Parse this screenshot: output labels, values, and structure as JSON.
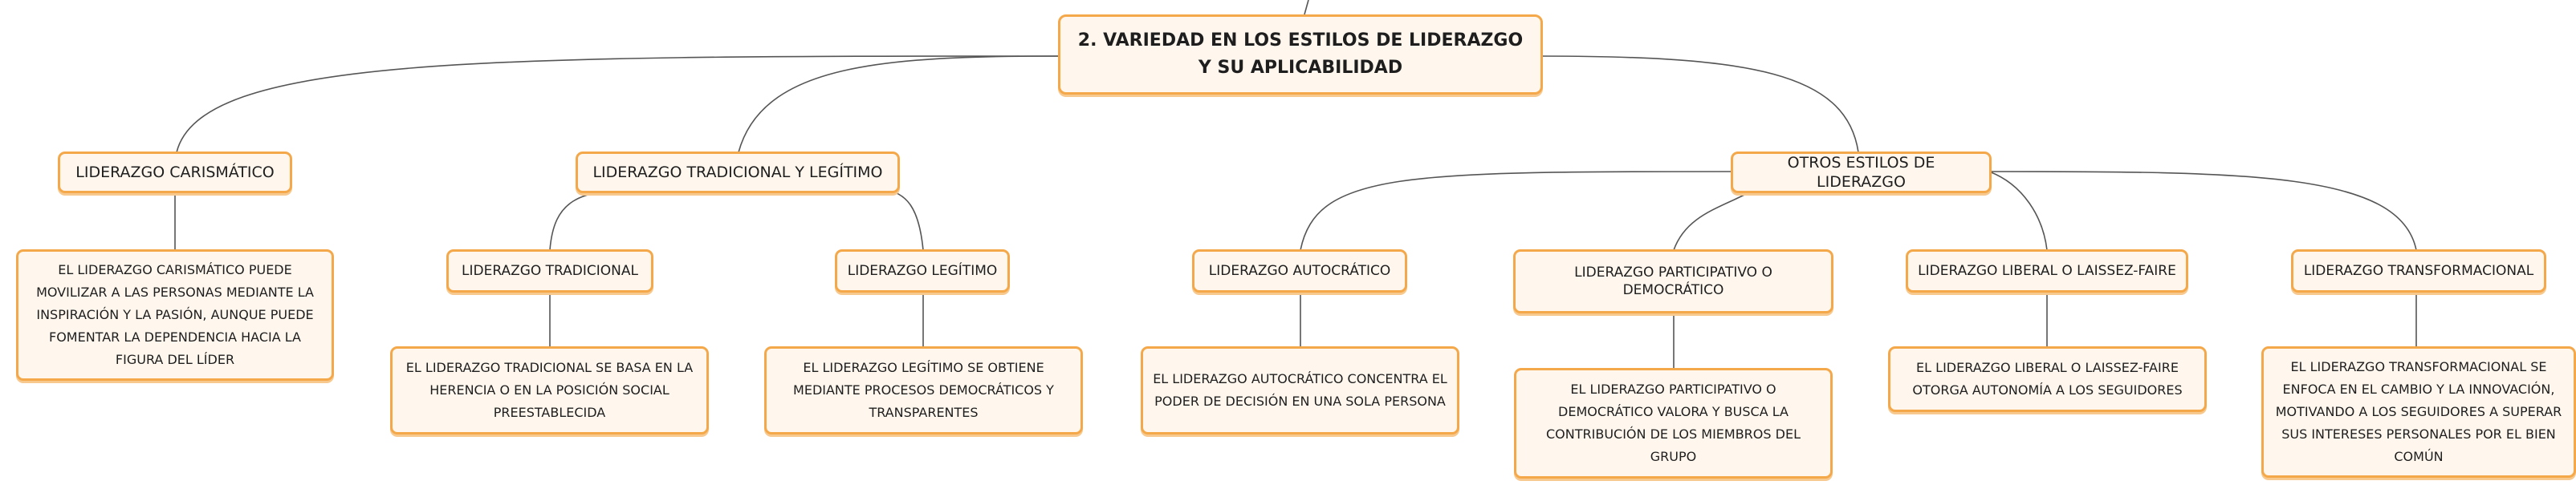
{
  "diagram": {
    "root": {
      "text": "2. VARIEDAD EN LOS ESTILOS DE LIDERAZGO Y SU APLICABILIDAD"
    },
    "branches": {
      "carismatico": {
        "title": "LIDERAZGO CARISMÁTICO",
        "description": "EL LIDERAZGO CARISMÁTICO PUEDE MOVILIZAR A LAS PERSONAS MEDIANTE LA INSPIRACIÓN Y LA PASIÓN, AUNQUE PUEDE FOMENTAR LA DEPENDENCIA HACIA LA FIGURA DEL LÍDER"
      },
      "tradicional_legitimo": {
        "title": "LIDERAZGO TRADICIONAL Y LEGÍTIMO",
        "children": {
          "tradicional": {
            "title": "LIDERAZGO TRADICIONAL",
            "description": "EL LIDERAZGO TRADICIONAL SE BASA EN LA HERENCIA O EN LA POSICIÓN SOCIAL PREESTABLECIDA"
          },
          "legitimo": {
            "title": "LIDERAZGO LEGÍTIMO",
            "description": "EL LIDERAZGO LEGÍTIMO SE OBTIENE MEDIANTE PROCESOS DEMOCRÁTICOS Y TRANSPARENTES"
          }
        }
      },
      "otros": {
        "title": "OTROS ESTILOS DE LIDERAZGO",
        "children": {
          "autocratico": {
            "title": "LIDERAZGO AUTOCRÁTICO",
            "description": "EL LIDERAZGO AUTOCRÁTICO CONCENTRA EL PODER DE DECISIÓN EN UNA SOLA PERSONA"
          },
          "participativo": {
            "title": "LIDERAZGO PARTICIPATIVO O DEMOCRÁTICO",
            "description": "EL LIDERAZGO PARTICIPATIVO O DEMOCRÁTICO VALORA Y BUSCA LA CONTRIBUCIÓN DE LOS MIEMBROS DEL GRUPO"
          },
          "liberal": {
            "title": "LIDERAZGO LIBERAL O LAISSEZ-FAIRE",
            "description": "EL LIDERAZGO LIBERAL O LAISSEZ-FAIRE OTORGA AUTONOMÍA A LOS SEGUIDORES"
          },
          "transformacional": {
            "title": "LIDERAZGO TRANSFORMACIONAL",
            "description": "EL LIDERAZGO TRANSFORMACIONAL SE ENFOCA EN EL CAMBIO Y LA INNOVACIÓN, MOTIVANDO A LOS SEGUIDORES A SUPERAR SUS INTERESES PERSONALES POR EL BIEN COMÚN"
          }
        }
      }
    },
    "colors": {
      "node_border": "#f4a84a",
      "node_fill": "#fff7ee",
      "connector": "#555555"
    }
  }
}
